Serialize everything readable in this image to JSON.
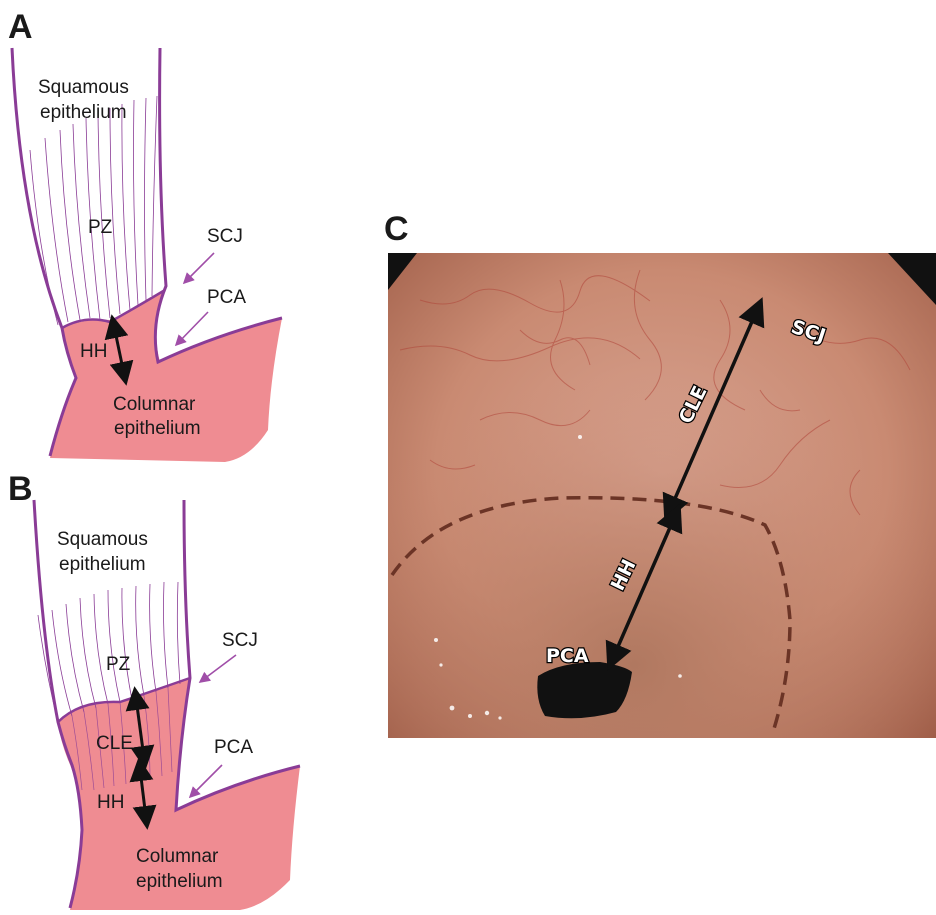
{
  "panels": {
    "a": {
      "letter": "A",
      "squamous": [
        "Squamous",
        "epithelium"
      ],
      "pz": "PZ",
      "scj": "SCJ",
      "pca": "PCA",
      "hh": "HH",
      "columnar": [
        "Columnar",
        "epithelium"
      ]
    },
    "b": {
      "letter": "B",
      "squamous": [
        "Squamous",
        "epithelium"
      ],
      "pz": "PZ",
      "scj": "SCJ",
      "cle": "CLE",
      "pca": "PCA",
      "hh": "HH",
      "columnar": [
        "Columnar",
        "epithelium"
      ]
    },
    "c": {
      "letter": "C",
      "scj": "SCJ",
      "cle": "CLE",
      "hh": "HH",
      "pca": "PCA"
    }
  },
  "colors": {
    "wall": "#8a3c96",
    "mucosa": "#ef8c92",
    "arrow_pointer": "#a04ea8",
    "photo_tissue": "#c98a72"
  }
}
